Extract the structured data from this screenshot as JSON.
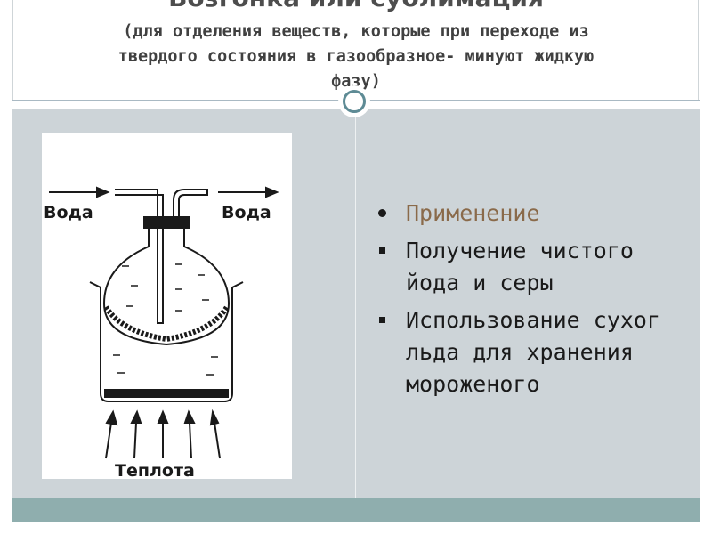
{
  "slide": {
    "title": "Возгонка или сублимация",
    "subtitle_lines": [
      "(для отделения веществ, которые при переходе из",
      "твердого состояния в газообразное- минуют жидкую",
      "фазу)"
    ]
  },
  "figure": {
    "label_water_in": "Вода",
    "label_water_out": "Вода",
    "label_heat": "Теплота"
  },
  "bullets": {
    "heading": "Применение",
    "items": [
      {
        "lines": [
          "Получение чистого",
          "йода и серы"
        ]
      },
      {
        "lines": [
          "Использование сухог",
          "льда для хранения",
          "мороженого"
        ]
      }
    ]
  },
  "colors": {
    "content_bg": "#cdd4d8",
    "bottom_bar": "#8faeae",
    "accent_text": "#8a6a4a",
    "ring": "#5e8b95"
  }
}
